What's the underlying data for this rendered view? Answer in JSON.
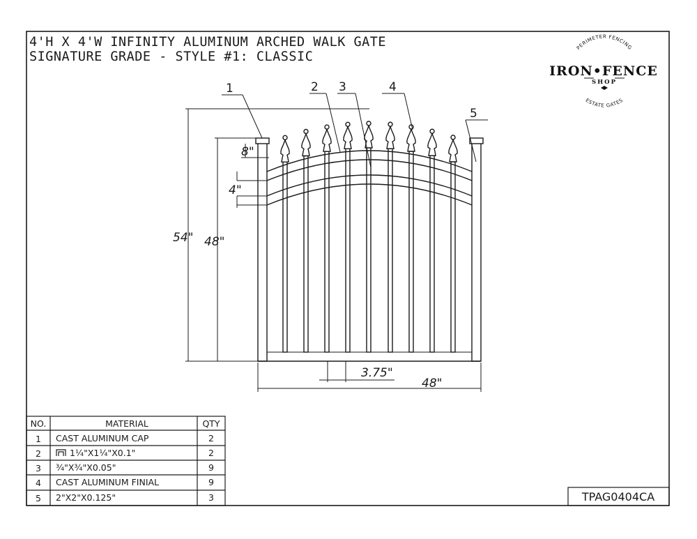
{
  "title": {
    "line1": "4'H X 4'W INFINITY ALUMINUM ARCHED WALK GATE",
    "line2": "SIGNATURE GRADE - STYLE #1: CLASSIC"
  },
  "logo": {
    "top_arc": "PERIMETER FENCING",
    "main": "IRON•FENCE",
    "sub": "SHOP",
    "bottom_arc": "ESTATE GATES"
  },
  "callouts": [
    "1",
    "2",
    "3",
    "4",
    "5"
  ],
  "dimensions": {
    "overall_height": "54\"",
    "post_height": "48\"",
    "arch_rise": "8\"",
    "rail_spacing": "4\"",
    "picket_spacing": "3.75\"",
    "gate_width": "48\""
  },
  "parts_table": {
    "headers": [
      "NO.",
      "MATERIAL",
      "QTY"
    ],
    "rows": [
      {
        "no": "1",
        "material": "CAST ALUMINUM CAP",
        "qty": "2"
      },
      {
        "no": "2",
        "material": "1¼\"X1¼\"X0.1\"",
        "qty": "2"
      },
      {
        "no": "3",
        "material": "¾\"X¾\"X0.05\"",
        "qty": "9"
      },
      {
        "no": "4",
        "material": "CAST ALUMINUM FINIAL",
        "qty": "9"
      },
      {
        "no": "5",
        "material": "2\"X2\"X0.125\"",
        "qty": "3"
      }
    ]
  },
  "drawing_number": "TPAG0404CA"
}
